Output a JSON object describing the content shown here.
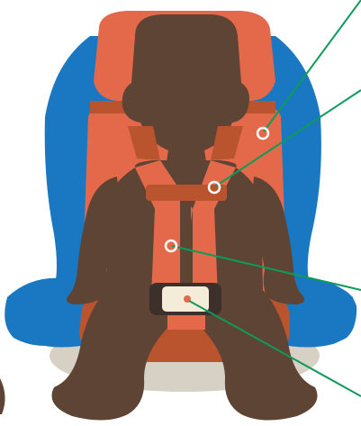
{
  "illustration": {
    "subject": "child-in-car-seat",
    "colors": {
      "seat_shell": "#1a78c2",
      "seat_shell_dark": "#155f9c",
      "seat_padding": "#e4694a",
      "seat_padding_dark": "#b9542f",
      "child_silhouette": "#5d4434",
      "base": "#d6d1c4",
      "buckle_frame": "#3d302a",
      "buckle_face": "#f4ecd9",
      "marker_ring": "#ffffff",
      "callout_line": "#0e9a5a",
      "buckle_dot": "#e4694a"
    }
  },
  "callouts": [
    {
      "id": "harness-slot",
      "icon": "circle-marker-icon"
    },
    {
      "id": "chest-clip",
      "icon": "circle-marker-icon"
    },
    {
      "id": "harness-strap",
      "icon": "circle-marker-icon"
    },
    {
      "id": "crotch-buckle",
      "icon": "circle-marker-icon"
    }
  ]
}
